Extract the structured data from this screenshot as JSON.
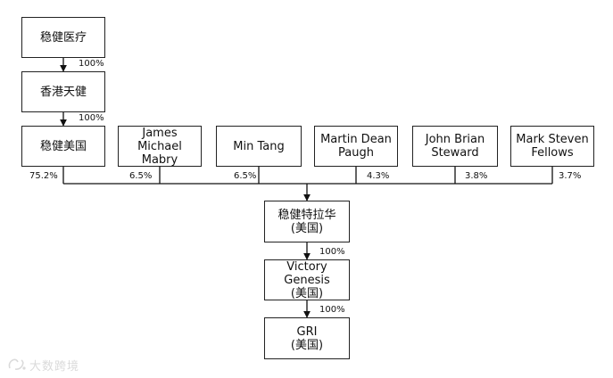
{
  "nodes": {
    "wenjian_yiliao": "稳健医疗",
    "hk_tianjian": "香港天健",
    "wenjian_us": "稳健美国",
    "james": "James\nMichael\nMabry",
    "min_tang": "Min Tang",
    "martin": "Martin Dean\nPaugh",
    "john": "John Brian\nSteward",
    "mark": "Mark Steven\nFellows",
    "wenjian_tlh": "稳健特拉华\n(美国)",
    "victory": "Victory\nGenesis\n(美国)",
    "gri": "GRI\n(美国)"
  },
  "edges": {
    "yiliao_to_hk": "100%",
    "hk_to_us": "100%",
    "us_share": "75.2%",
    "james_share": "6.5%",
    "min_tang_share": "6.5%",
    "martin_share": "4.3%",
    "john_share": "3.8%",
    "mark_share": "3.7%",
    "tlh_to_victory": "100%",
    "victory_to_gri": "100%"
  },
  "watermark": "大数跨境"
}
